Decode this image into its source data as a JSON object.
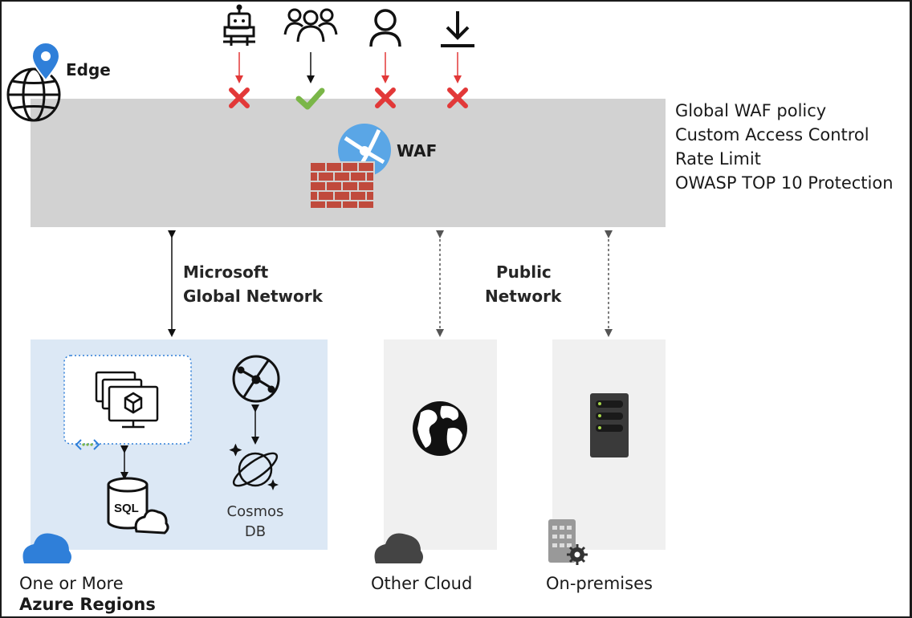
{
  "edge": {
    "label": "Edge"
  },
  "waf": {
    "label": "WAF",
    "features": [
      "Global WAF policy",
      "Custom Access Control",
      "Rate Limit",
      "OWASP TOP 10 Protection"
    ]
  },
  "clients": [
    {
      "icon": "bot-icon",
      "status": "blocked"
    },
    {
      "icon": "users-icon",
      "status": "allowed"
    },
    {
      "icon": "user-icon",
      "status": "blocked"
    },
    {
      "icon": "download-icon",
      "status": "blocked"
    }
  ],
  "networks": {
    "microsoft": [
      "Microsoft",
      "Global Network"
    ],
    "public": [
      "Public",
      "Network"
    ]
  },
  "azure": {
    "label_line1": "One or More",
    "label_line2": "Azure Regions",
    "sql_label": "SQL",
    "cosmos_line1": "Cosmos",
    "cosmos_line2": "DB"
  },
  "other_cloud": {
    "label": "Other Cloud"
  },
  "on_premises": {
    "label": "On-premises"
  },
  "colors": {
    "waf_band": "#d2d2d2",
    "azure_region": "#dce8f5",
    "panel": "#f0f0f0",
    "azure_blue": "#2f7fd9",
    "deny_red": "#e23838",
    "allow_green": "#7ab648",
    "firewall_red": "#b8453a"
  }
}
